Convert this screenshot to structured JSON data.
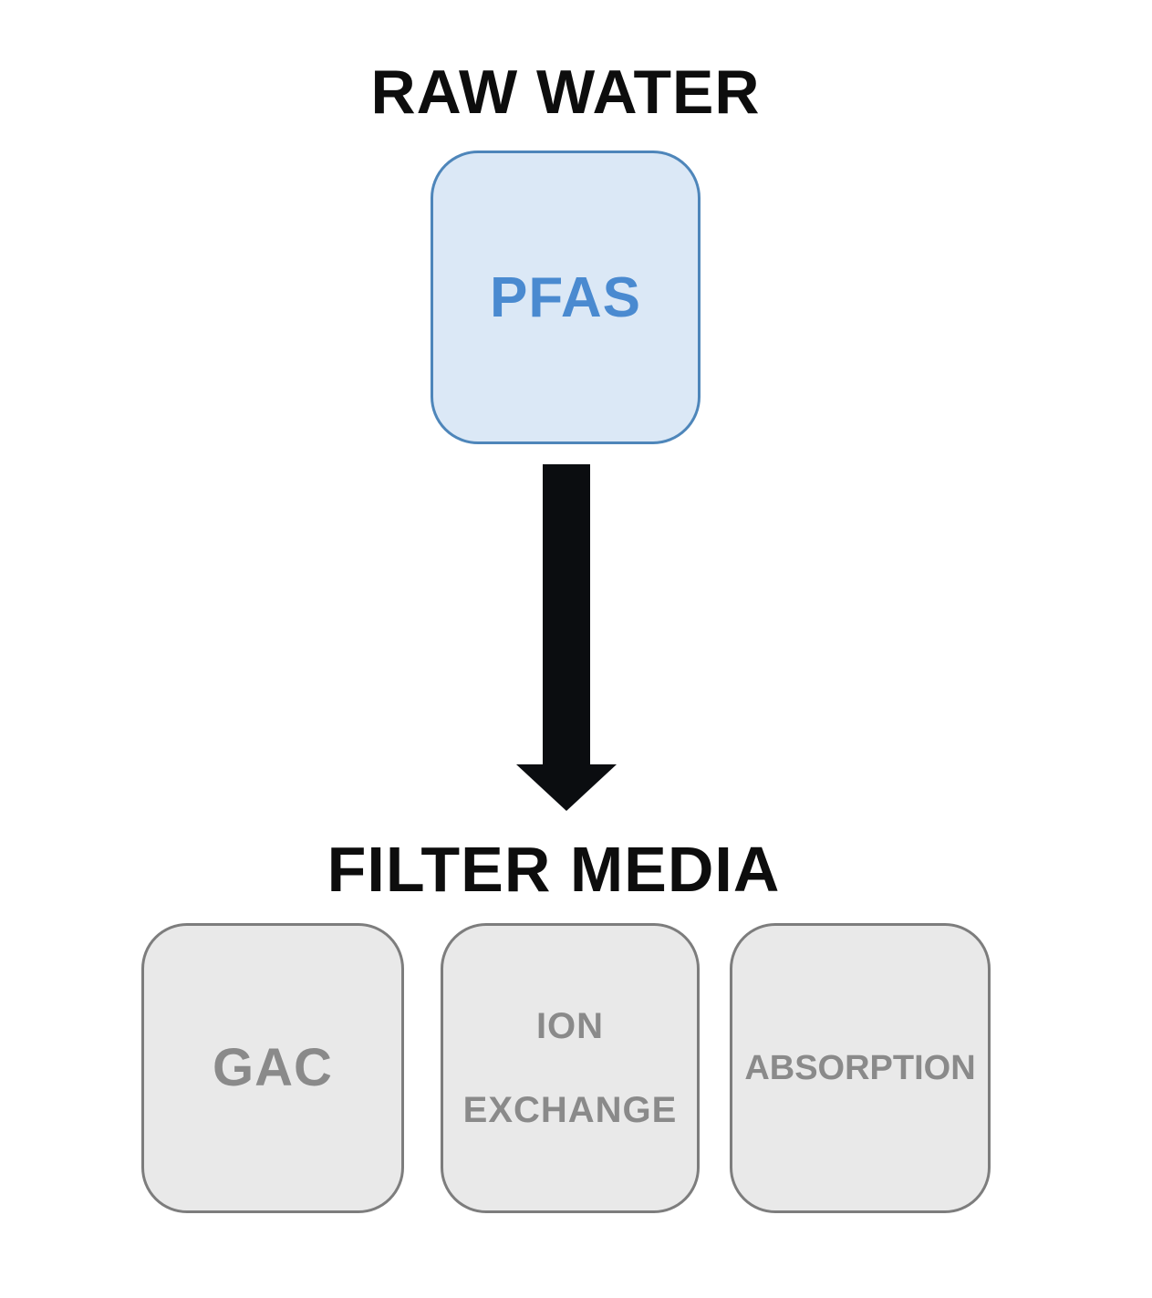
{
  "page": {
    "background_color": "#ffffff"
  },
  "diagram": {
    "type": "flow",
    "source": {
      "title": "RAW WATER",
      "node": {
        "label": "PFAS",
        "fill_color": "#dbe8f6",
        "border_color": "#4e86ba",
        "text_color": "#4a8ad0"
      }
    },
    "arrow": {
      "name": "raw-water-to-filter-media",
      "direction": "down",
      "color": "#0b0d10"
    },
    "destination": {
      "title": "FILTER MEDIA",
      "node_fill_color": "#e9e9e9",
      "node_border_color": "#7d7d7d",
      "node_text_color": "#8a8a8a",
      "nodes": [
        {
          "label": "GAC",
          "lines": [
            "GAC"
          ]
        },
        {
          "label": "ION EXCHANGE",
          "lines": [
            "ION",
            "EXCHANGE"
          ]
        },
        {
          "label": "ABSORPTION",
          "lines": [
            "ABSORPTION"
          ]
        }
      ]
    }
  }
}
